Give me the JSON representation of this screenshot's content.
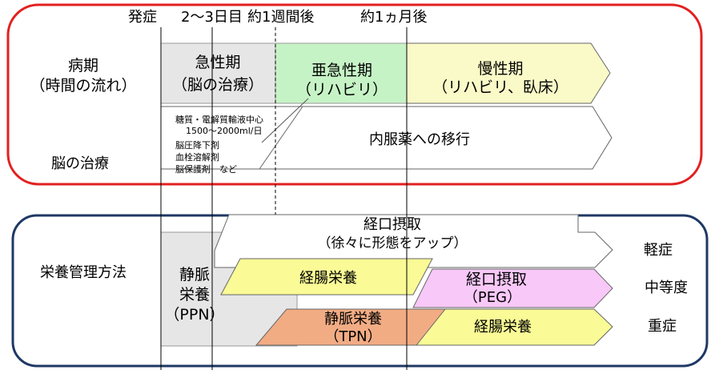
{
  "timeline": {
    "onset": "発症",
    "days_2_3": "2～3日目",
    "week_1": "約1週間後",
    "month_1": "約1ヵ月後"
  },
  "top_section": {
    "period_label_line1": "病期",
    "period_label_line2": "（時間の流れ）",
    "treatment_label": "脳の治療",
    "acute": {
      "line1": "急性期",
      "line2": "（脳の治療）",
      "color": "#e6e6e6"
    },
    "subacute": {
      "line1": "亜急性期",
      "line2": "（リハビリ）",
      "color": "#c6f3c6"
    },
    "chronic": {
      "line1": "慢性期",
      "line2": "（リハビリ、臥床）",
      "color": "#fafac8"
    },
    "treatment_notes": [
      "糖質・電解質輸液中心",
      "1500～2000ml/日",
      "脳圧降下剤",
      "血栓溶解剤",
      "脳保護剤　など"
    ],
    "oral_transition": "内服薬への移行",
    "border_color": "#e32020"
  },
  "bottom_section": {
    "label": "栄養管理方法",
    "ppn": {
      "line1": "静脈",
      "line2": "栄養",
      "line3": "（PPN）"
    },
    "oral": {
      "line1": "経口摂取",
      "line2": "（徐々に形態をアップ）"
    },
    "enteral_mid": {
      "label": "経腸栄養",
      "color": "#fafa96"
    },
    "peg": {
      "line1": "経口摂取",
      "line2": "（PEG）",
      "color": "#f8c8f8"
    },
    "tpn": {
      "line1": "静脈栄養",
      "line2": "（TPN）",
      "color": "#f2ac84"
    },
    "enteral_bottom": {
      "label": "経腸栄養",
      "color": "#fafa96"
    },
    "severity": {
      "mild": "軽症",
      "moderate": "中等度",
      "severe": "重症"
    },
    "border_color": "#1f3864"
  }
}
